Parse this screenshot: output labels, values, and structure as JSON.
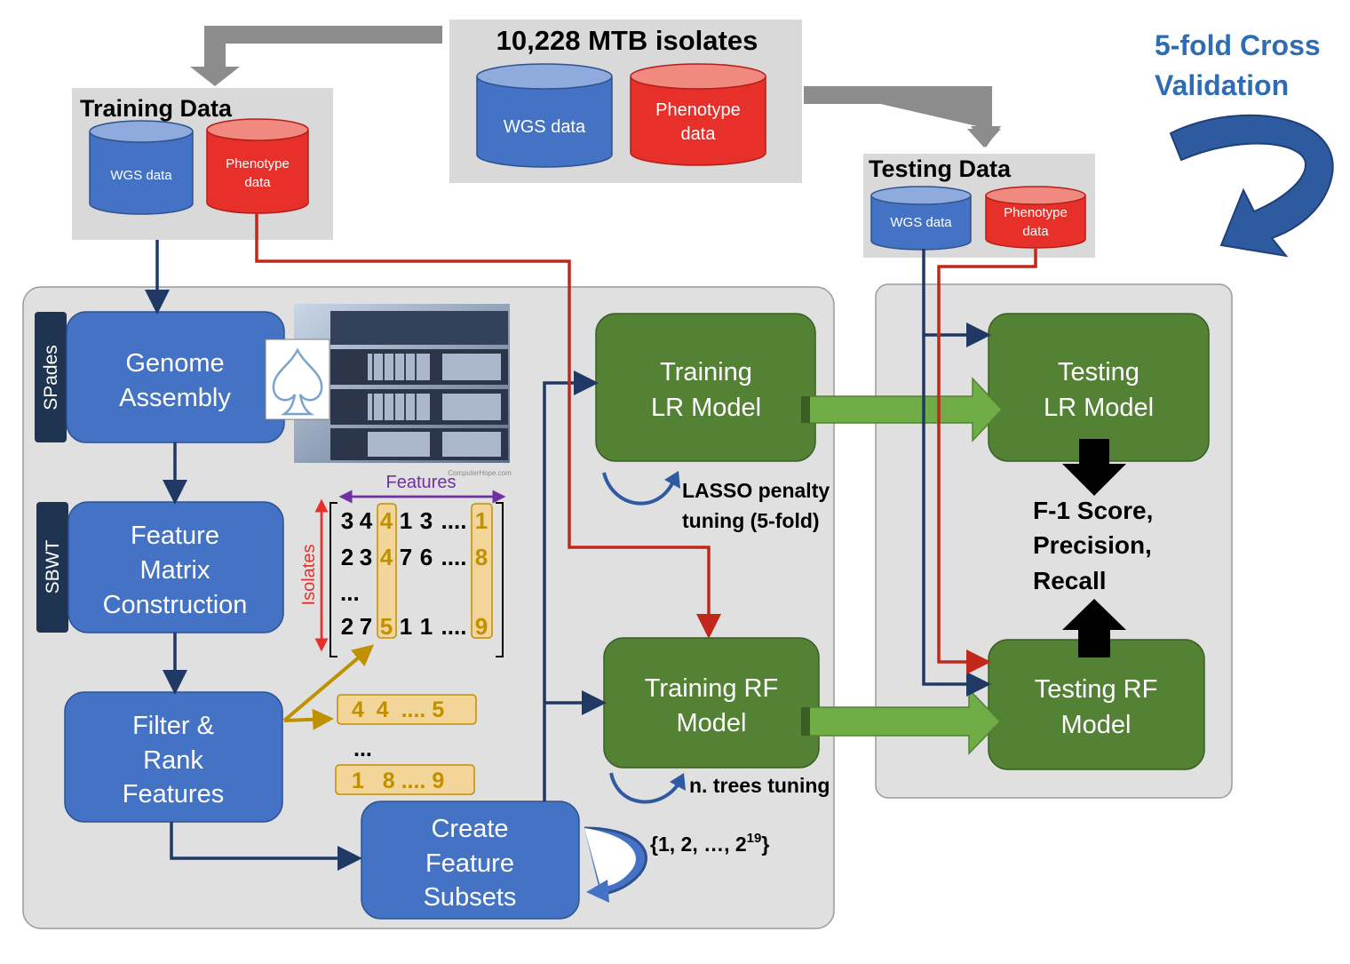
{
  "source": {
    "title": "10,228 MTB isolates",
    "wgs": [
      "WGS data"
    ],
    "phenotype": [
      "Phenotype",
      "data"
    ]
  },
  "cv_label": [
    "5-fold Cross",
    "Validation"
  ],
  "training_data": {
    "title": "Training Data",
    "wgs": [
      "WGS data"
    ],
    "phenotype": [
      "Phenotype",
      "data"
    ]
  },
  "testing_data": {
    "title": "Testing Data",
    "wgs": [
      "WGS data"
    ],
    "phenotype": [
      "Phenotype",
      "data"
    ]
  },
  "side_labels": {
    "spades": "SPades",
    "sbwt": "SBWT"
  },
  "steps": {
    "genome_assembly": [
      "Genome",
      "Assembly"
    ],
    "feature_matrix": [
      "Feature",
      "Matrix",
      "Construction"
    ],
    "filter_rank": [
      "Filter &",
      "Rank",
      "Features"
    ],
    "create_subsets": [
      "Create",
      "Feature",
      "Subsets"
    ]
  },
  "models": {
    "training_lr": [
      "Training",
      "LR Model"
    ],
    "training_rf": [
      "Training RF",
      "Model"
    ],
    "testing_lr": [
      "Testing",
      "LR Model"
    ],
    "testing_rf": [
      "Testing RF",
      "Model"
    ]
  },
  "matrix": {
    "features_label": "Features",
    "isolates_label": "Isolates",
    "rows": [
      [
        "3",
        "4",
        "4",
        "1",
        "3",
        "....",
        "1"
      ],
      [
        "2",
        "3",
        "4",
        "7",
        "6",
        "....",
        "8"
      ],
      [
        "...",
        "",
        "",
        "",
        "",
        "",
        ""
      ],
      [
        "2",
        "7",
        "5",
        "1",
        "1",
        "....",
        "9"
      ]
    ],
    "watermark": "ComputerHope.com"
  },
  "selected_features": {
    "row1": "4  4  .... 5",
    "ellipsis": "...",
    "row2": "1   8 .... 9"
  },
  "tuning": {
    "lasso": [
      "LASSO penalty",
      "tuning (5-fold)"
    ],
    "trees": "n. trees tuning",
    "subsets_base": "{1, 2, …, 2",
    "subsets_exp": "19",
    "subsets_close": "}"
  },
  "metrics": [
    "F-1 Score,",
    "Precision,",
    "Recall"
  ],
  "colors": {
    "blue_box": "#4472c4",
    "green_box": "#548235",
    "red_cyl": "#e8302a",
    "blue_cyl": "#4472c4",
    "panel": "#e0e0e0",
    "gray_box": "#d9d9d9",
    "navy_arrow": "#1f3864",
    "red_arrow": "#c0281c",
    "light_green_arrow": "#70ad47",
    "gold": "#bf9000",
    "cv_blue": "#2e6db4"
  }
}
